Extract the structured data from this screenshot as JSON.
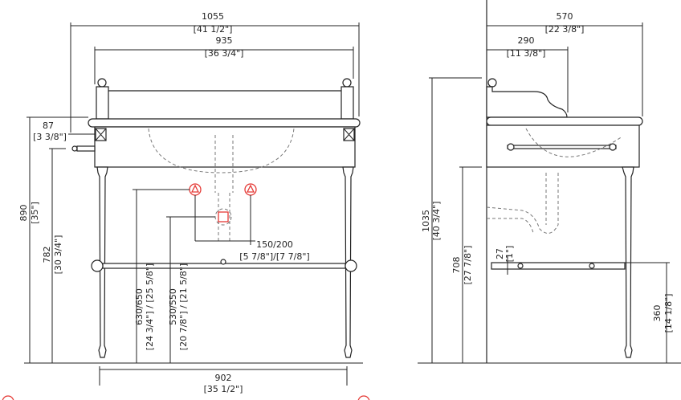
{
  "front_view": {
    "overall_width": {
      "mm": "1055",
      "in": "[41 1/2\"]"
    },
    "inner_width": {
      "mm": "935",
      "in": "[36 3/4\"]"
    },
    "towel_bar_offset": {
      "mm": "87",
      "in": "[3 3/8\"]"
    },
    "overall_height": {
      "mm": "890",
      "in": "[35\"]"
    },
    "towel_bar_height": {
      "mm": "782",
      "in": "[30 3/4\"]"
    },
    "supply_height": {
      "mm": "630/650",
      "in": "[24 3/4\"] / [25 5/8\"]"
    },
    "drain_height": {
      "mm": "530/550",
      "in": "[20 7/8\"] / [21 5/8\"]"
    },
    "supply_spacing": {
      "mm": "150/200",
      "in": "[5 7/8\"]/[7 7/8\"]"
    },
    "leg_spacing": {
      "mm": "902",
      "in": "[35 1/2\"]"
    }
  },
  "side_view": {
    "overall_depth": {
      "mm": "570",
      "in": "[22 3/8\"]"
    },
    "basin_center": {
      "mm": "290",
      "in": "[11 3/8\"]"
    },
    "backsplash_height": {
      "mm": "1035",
      "in": "[40 3/4\"]"
    },
    "apron_bottom": {
      "mm": "708",
      "in": "[27 7/8\"]"
    },
    "rail_thickness": {
      "mm": "27",
      "in": "[1\"]"
    },
    "rail_height": {
      "mm": "360",
      "in": "[14 1/8\"]"
    }
  },
  "colors": {
    "line": "#222222",
    "hidden": "#777777",
    "marker": "#e53935"
  }
}
